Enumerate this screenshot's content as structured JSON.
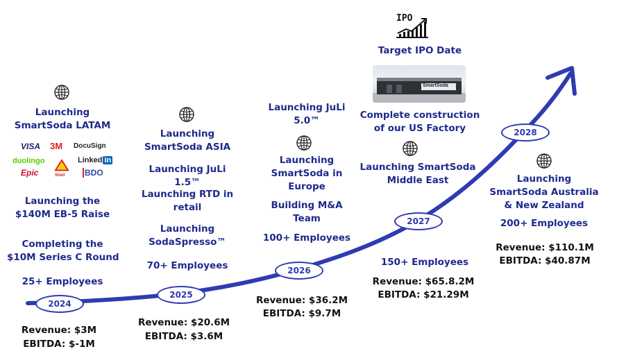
{
  "years": [
    "2024",
    "2025",
    "2026",
    "2027",
    "2028"
  ],
  "ipo": {
    "icon_label": "IPO",
    "label": "Target IPO Date"
  },
  "factory": {
    "sign": "SmartSoda",
    "caption_line1": "Complete construction",
    "caption_line2": "of our US Factory"
  },
  "c2024": {
    "latam_l1": "Launching",
    "latam_l2": "SmartSoda LATAM",
    "logos": {
      "visa": "VISA",
      "three_m": "3M",
      "docusign": "DocuSign",
      "duolingo": "duolingo",
      "shell": "Shell",
      "linkedin": "Linked",
      "linkedin_in": "in",
      "epic": "Epic",
      "bdo": "BDO"
    },
    "eb5_l1": "Launching the",
    "eb5_l2": "$140M EB-5 Raise",
    "seriesc_l1": "Completing the",
    "seriesc_l2": "$10M Series C Round",
    "employees": "25+ Employees",
    "revenue": "Revenue: $3M",
    "ebitda": "EBITDA: $-1M"
  },
  "c2025": {
    "asia_l1": "Launching",
    "asia_l2": "SmartSoda ASIA",
    "juli_l1": "Launching JuLi",
    "juli_l2": "1.5™",
    "rtd_l1": "Launching RTD in",
    "rtd_l2": "retail",
    "soda_l1": "Launching",
    "soda_l2": "SodaSpresso™",
    "employees": "70+ Employees",
    "revenue": "Revenue: $20.6M",
    "ebitda": "EBITDA: $3.6M"
  },
  "c2026": {
    "juli_l1": "Launching JuLi",
    "juli_l2": "5.0™",
    "europe_l1": "Launching",
    "europe_l2": "SmartSoda in",
    "europe_l3": "Europe",
    "ma_l1": "Building M&A",
    "ma_l2": "Team",
    "employees": "100+ Employees",
    "revenue": "Revenue: $36.2M",
    "ebitda": "EBITDA: $9.7M"
  },
  "c2027": {
    "me_l1": "Launching SmartSoda",
    "me_l2": "Middle East",
    "employees": "150+ Employees",
    "revenue": "Revenue: $65.8.2M",
    "ebitda": "EBITDA: $21.29M"
  },
  "c2028": {
    "au_l1": "Launching",
    "au_l2": "SmartSoda Australia",
    "au_l3": "& New Zealand",
    "employees": "200+ Employees",
    "revenue": "Revenue: $110.1M",
    "ebitda": "EBITDA: $40.87M"
  },
  "colors": {
    "brand": "#1e2a8c",
    "curve": "#2f3bb0"
  }
}
